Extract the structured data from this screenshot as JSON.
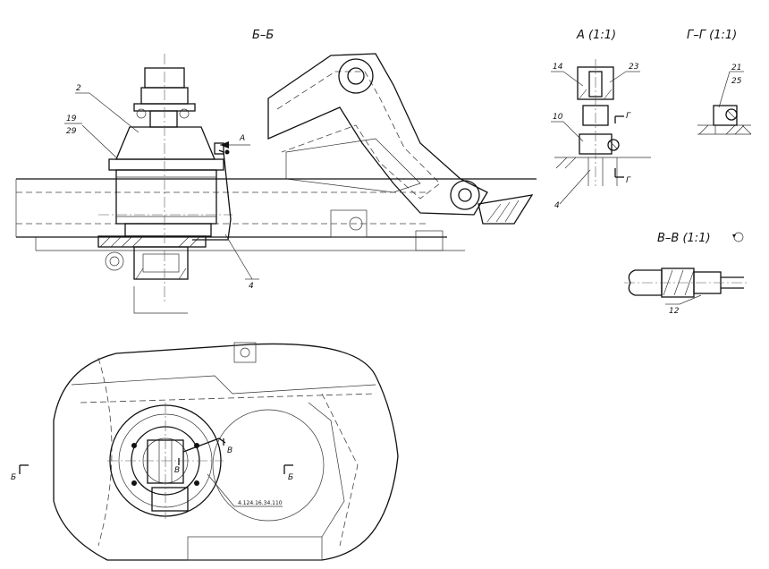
{
  "views": {
    "section_bb": "Б–Б",
    "view_a": "А (1:1)",
    "section_gg": "Г–Г (1:1)",
    "section_vv": "В–В (1:1)"
  },
  "positions": {
    "p2": "2",
    "p19": "19",
    "p29": "29",
    "p4_main": "4",
    "p14": "14",
    "p23": "23",
    "p10": "10",
    "p4_detail": "4",
    "p21": "21",
    "p25": "25",
    "p12": "12"
  },
  "markers": {
    "arrow_a": "А",
    "cut_g_top": "Г",
    "cut_g_bottom": "Г",
    "cut_b_left": "Б",
    "cut_b_right": "Б",
    "cut_v_left": "В",
    "cut_v_right": "В"
  },
  "plan_code": "4.124.16.34.110"
}
